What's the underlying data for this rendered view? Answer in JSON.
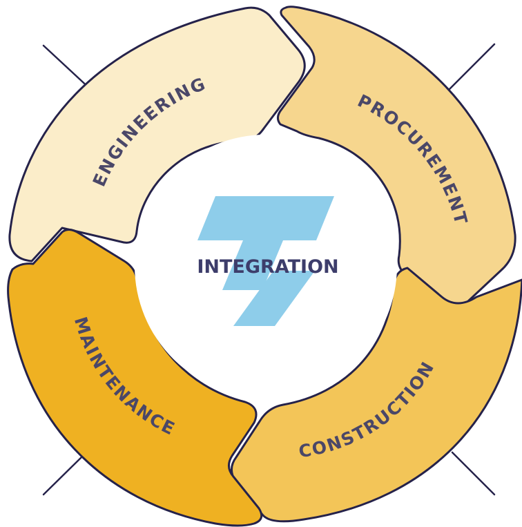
{
  "center": {
    "label": "INTEGRATION",
    "logo_icon": "stylized-t-logo-icon",
    "logo_color": "#8ecdea",
    "label_color": "#3d3d6b"
  },
  "phases": [
    {
      "label": "ENGINEERING",
      "fill": "#fbedc9"
    },
    {
      "label": "PROCUREMENT",
      "fill": "#f6d68e"
    },
    {
      "label": "CONSTRUCTION",
      "fill": "#f3c558"
    },
    {
      "label": "MAINTENANCE",
      "fill": "#efb122"
    }
  ],
  "colors": {
    "outline": "#25224a",
    "text": "#4a4768",
    "background": "#ffffff"
  }
}
